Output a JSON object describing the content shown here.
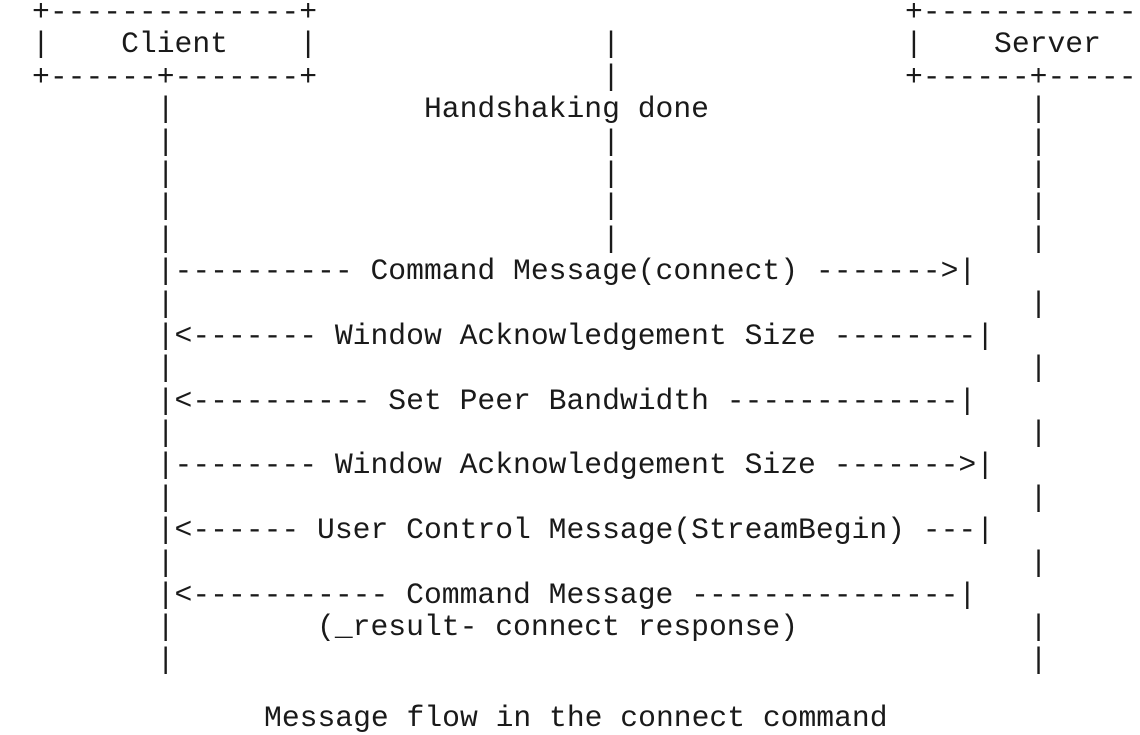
{
  "diagram": {
    "lines": [
      "+--------------+                                 +-------------+",
      "|    Client    |                |                |    Server   |",
      "+------+-------+                |                +------+------+",
      "       |              Handshaking done                  |",
      "       |                        |                       |",
      "       |                        |                       |",
      "       |                        |                       |",
      "       |                        |                       |",
      "       |---------- Command Message(connect) ------->|",
      "       |                                                |",
      "       |<------- Window Acknowledgement Size --------|",
      "       |                                                |",
      "       |<---------- Set Peer Bandwidth -------------|",
      "       |                                                |",
      "       |-------- Window Acknowledgement Size ------->|",
      "       |                                                |",
      "       |<------ User Control Message(StreamBegin) ---|",
      "       |                                                |",
      "       |<----------- Command Message ---------------|",
      "       |        (_result- connect response)             |",
      "       |                                                |"
    ],
    "caption": "Message flow in the connect command"
  }
}
